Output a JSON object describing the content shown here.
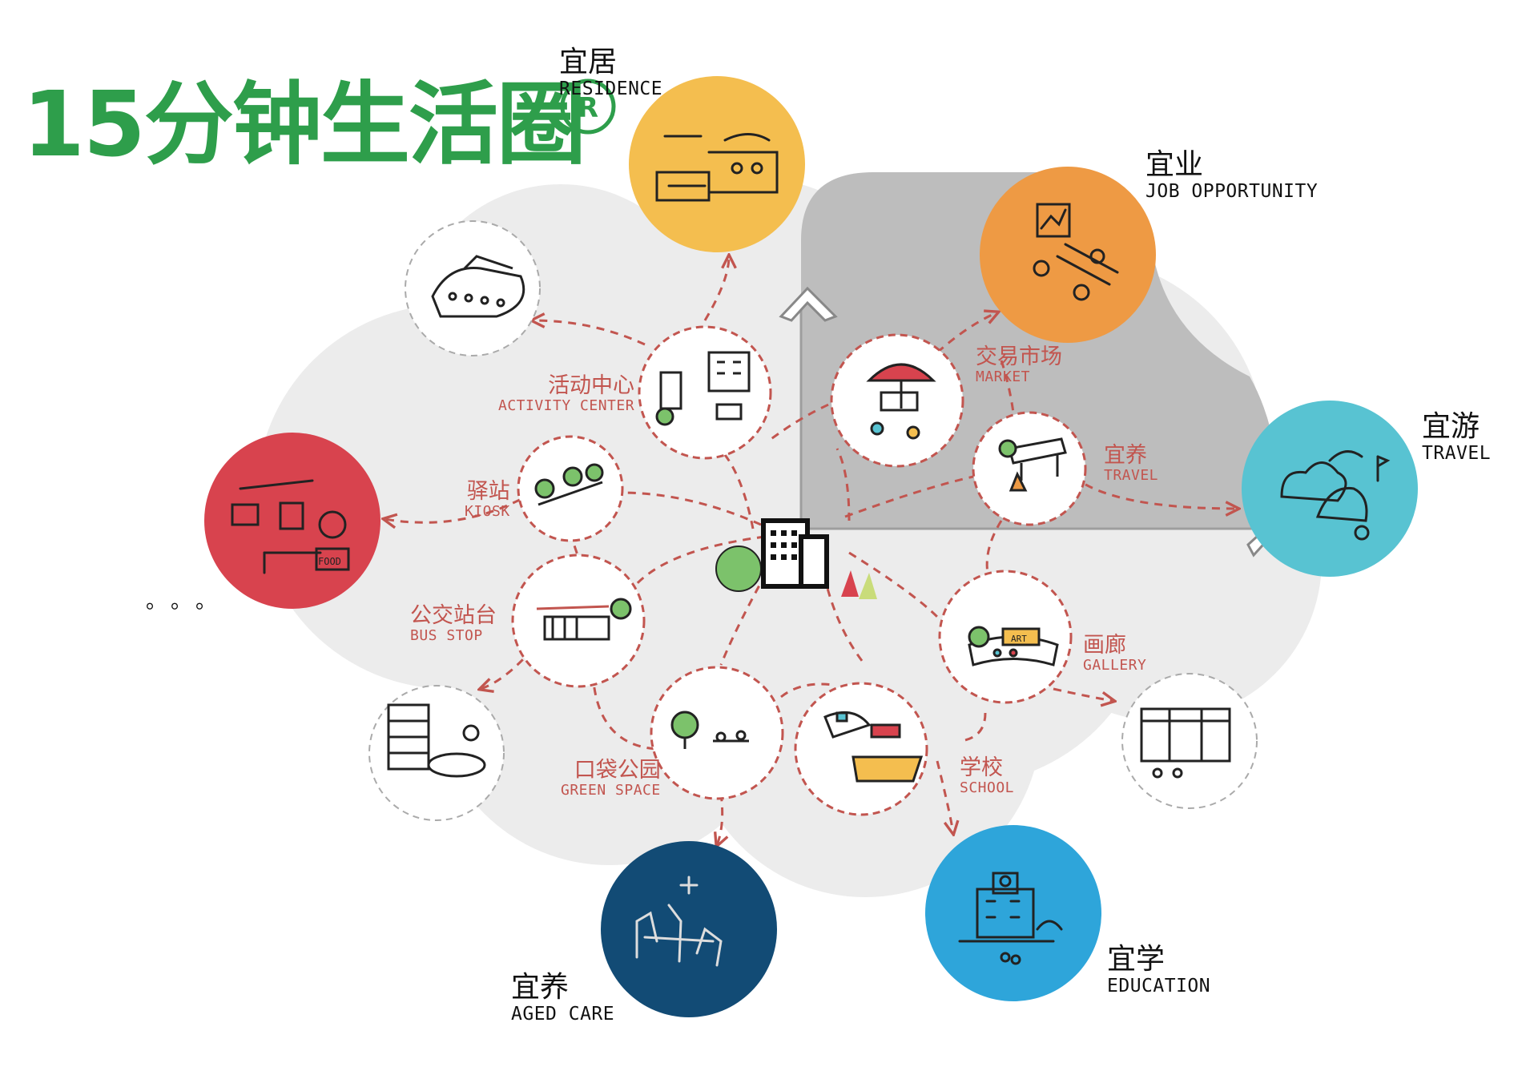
{
  "title": "15分钟生活圈",
  "logo_letter": "R",
  "ellipsis": "。。。",
  "colors": {
    "title_green": "#2e9e4b",
    "cloud_light": "#ececec",
    "cloud_dark": "#bdbdbd",
    "dash_red": "#c2554f",
    "residence": "#f4be4f",
    "job": "#ee9a44",
    "travel": "#58c3d2",
    "food": "#d8434e",
    "aged_care": "#124b75",
    "education": "#2ea5da"
  },
  "categories": [
    {
      "id": "residence",
      "zh": "宜居",
      "en": "RESIDENCE",
      "icon": "market-stall-icon"
    },
    {
      "id": "job",
      "zh": "宜业",
      "en": "JOB OPPORTUNITY",
      "icon": "office-desk-icon"
    },
    {
      "id": "travel",
      "zh": "宜游",
      "en": "TRAVEL",
      "icon": "park-trees-icon"
    },
    {
      "id": "food",
      "zh": "",
      "en": "",
      "icon": "food-stall-icon"
    },
    {
      "id": "aged_care",
      "zh": "宜养",
      "en": "AGED CARE",
      "icon": "clinic-icon"
    },
    {
      "id": "education",
      "zh": "宜学",
      "en": "EDUCATION",
      "icon": "school-building-icon"
    }
  ],
  "facilities": [
    {
      "id": "activity",
      "zh": "活动中心",
      "en": "ACTIVITY CENTER"
    },
    {
      "id": "market",
      "zh": "交易市场",
      "en": "MARKET"
    },
    {
      "id": "travel_node",
      "zh": "宜养",
      "en": "TRAVEL"
    },
    {
      "id": "kiosk",
      "zh": "驿站",
      "en": "KIOSK"
    },
    {
      "id": "bus",
      "zh": "公交站台",
      "en": "BUS STOP"
    },
    {
      "id": "gallery",
      "zh": "画廊",
      "en": "GALLERY"
    },
    {
      "id": "green",
      "zh": "口袋公园",
      "en": "GREEN SPACE"
    },
    {
      "id": "school",
      "zh": "学校",
      "en": "SCHOOL"
    }
  ]
}
